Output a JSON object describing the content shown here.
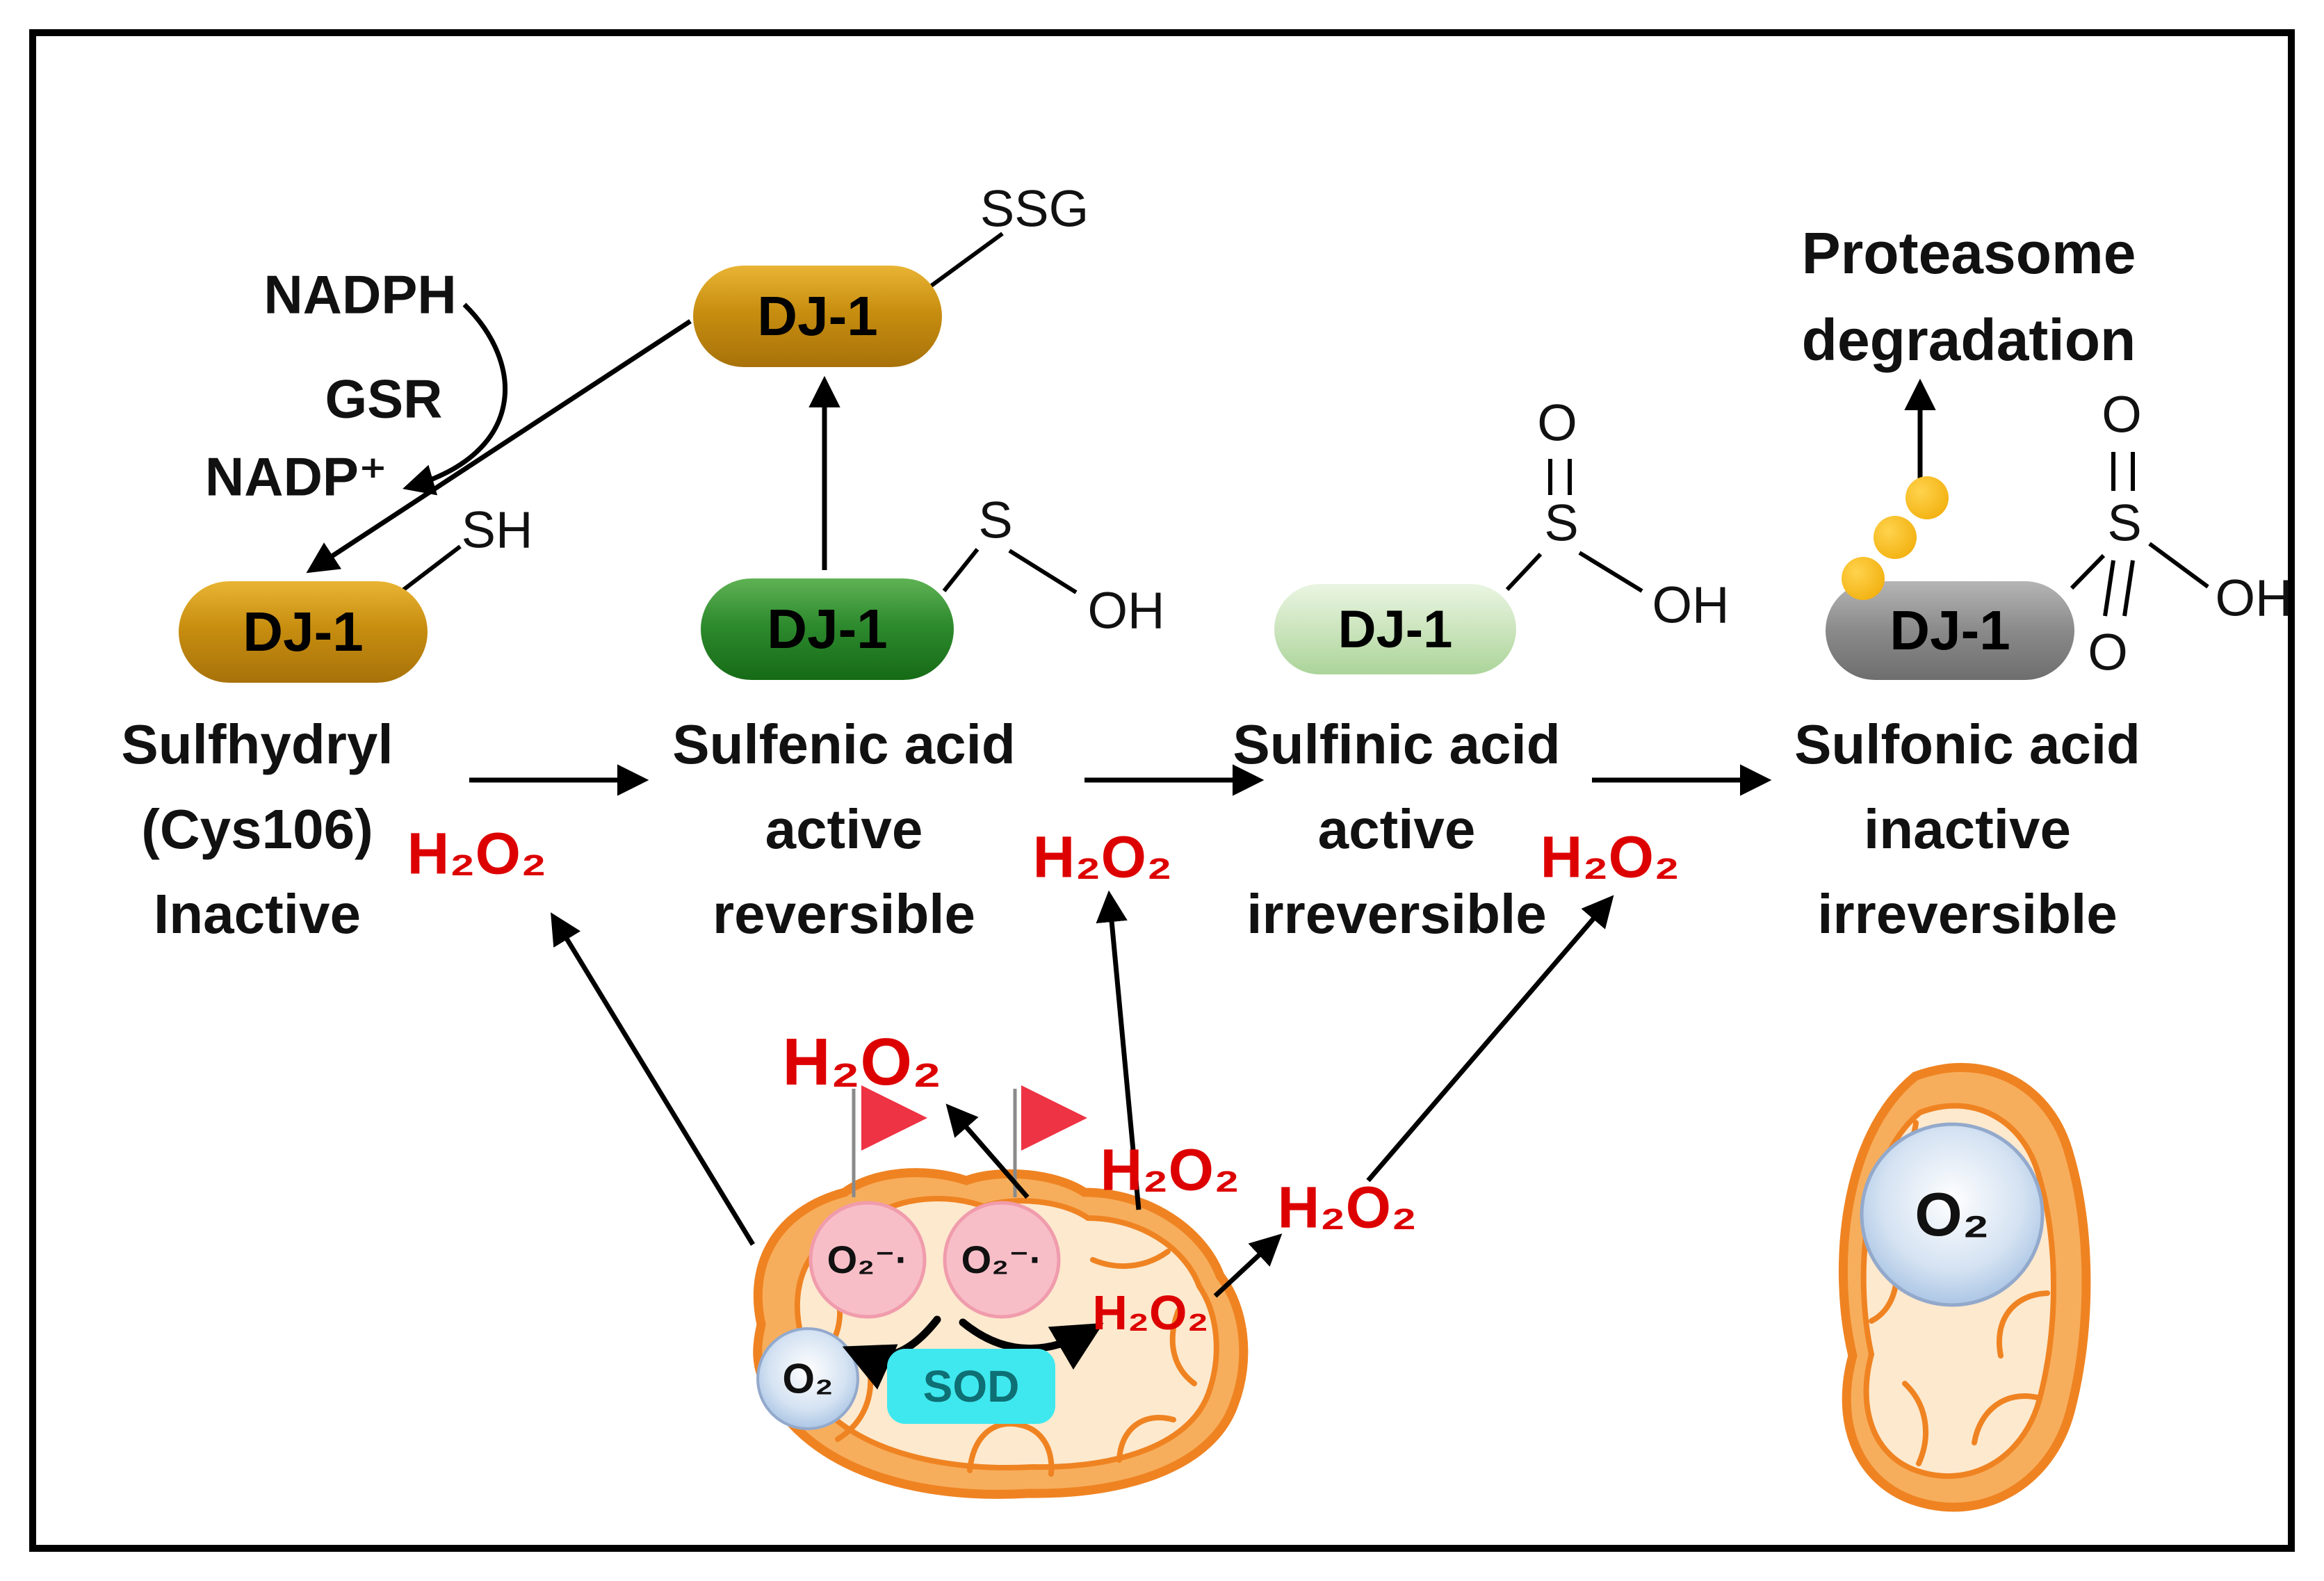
{
  "figure": {
    "h2o2": "H₂O₂",
    "recycling": {
      "nadph": "NADPH",
      "gsr": "GSR",
      "nadp": "NADP⁺",
      "ssg": "SSG",
      "sh": "SH",
      "pill": "DJ-1"
    },
    "states": [
      {
        "pill": "DJ-1",
        "name": "Sulfhydryl",
        "sub1": "(Cys106)",
        "sub2": "Inactive"
      },
      {
        "pill": "DJ-1",
        "name": "Sulfenic acid",
        "sub1": "active",
        "sub2": "reversible",
        "chem": {
          "s": "S",
          "oh": "OH"
        }
      },
      {
        "pill": "DJ-1",
        "name": "Sulfinic acid",
        "sub1": "active",
        "sub2": "irreversible",
        "chem": {
          "o": "O",
          "s": "S",
          "oh": "OH"
        }
      },
      {
        "pill": "DJ-1",
        "name": "Sulfonic acid",
        "sub1": "inactive",
        "sub2": "irreversible",
        "chem": {
          "o_top": "O",
          "s": "S",
          "o_bottom": "O",
          "oh": "OH"
        }
      }
    ],
    "proteasome": {
      "line1": "Proteasome",
      "line2": "degradation"
    },
    "mitochondrion_left": {
      "superoxide": "O₂⁻·",
      "o2": "O₂",
      "sod": "SOD"
    },
    "mitochondrion_right": {
      "o2": "O₂"
    },
    "colors": {
      "gold_pill": "#C8911A",
      "green_pill": "#2E8B2E",
      "pale_green_pill": "#C3E0B4",
      "gray_pill": "#8A8A8A",
      "h2o2_red": "#DD0000",
      "mito_fill": "#F7AE5C",
      "mito_outline": "#EF8322",
      "mito_inner": "#FDE9CE",
      "sod_fill": "#3FE8EE",
      "superoxide_fill": "#F8BEC8",
      "o2_circle": "#BCD2EC",
      "ubiquitin_yellow": "#F5B50A",
      "triangle_red": "#EE3344",
      "arrow_black": "#000000"
    }
  }
}
